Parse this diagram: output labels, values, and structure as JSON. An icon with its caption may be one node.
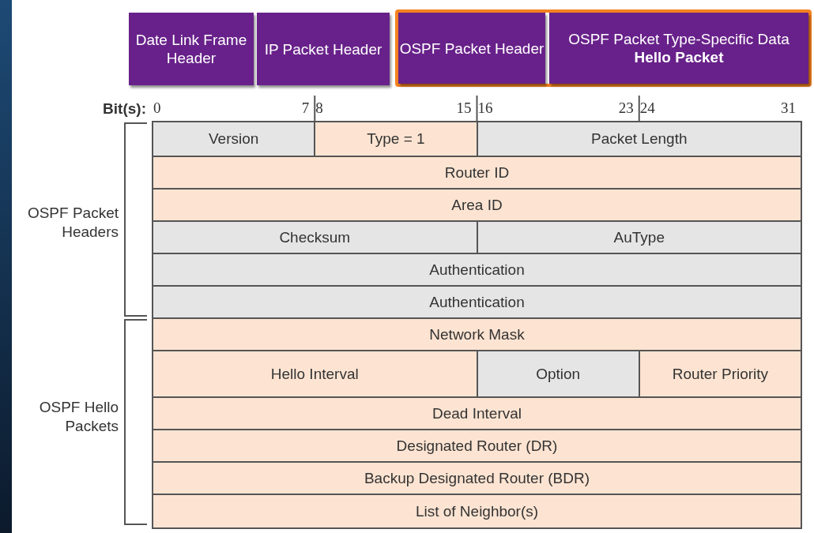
{
  "diagram": {
    "nodes": [
      {
        "text": [
          "Date Link Frame Header"
        ]
      },
      {
        "text": [
          "IP Packet Header"
        ]
      },
      {
        "text": [
          "OSPF Packet Header"
        ]
      },
      {
        "text": [
          "OSPF Packet Type-Specific Data",
          "Hello Packet"
        ]
      }
    ],
    "labels": [
      "Bit(s):",
      "0",
      "7",
      "8",
      "15",
      "16",
      "23",
      "24",
      "31",
      "OSPF Packet Headers",
      "Version",
      "Type = 1",
      "Packet Length",
      "Router ID",
      "Area ID",
      "Checksum",
      "AuType",
      "Authentication",
      "Authentication",
      "OSPF Hello Packets",
      "Network Mask",
      "Hello Interval",
      "Option",
      "Router Priority",
      "Dead Interval",
      "Designated Router (DR)",
      "Backup Designated Router (BDR)",
      "List of Neighbor(s)"
    ]
  }
}
